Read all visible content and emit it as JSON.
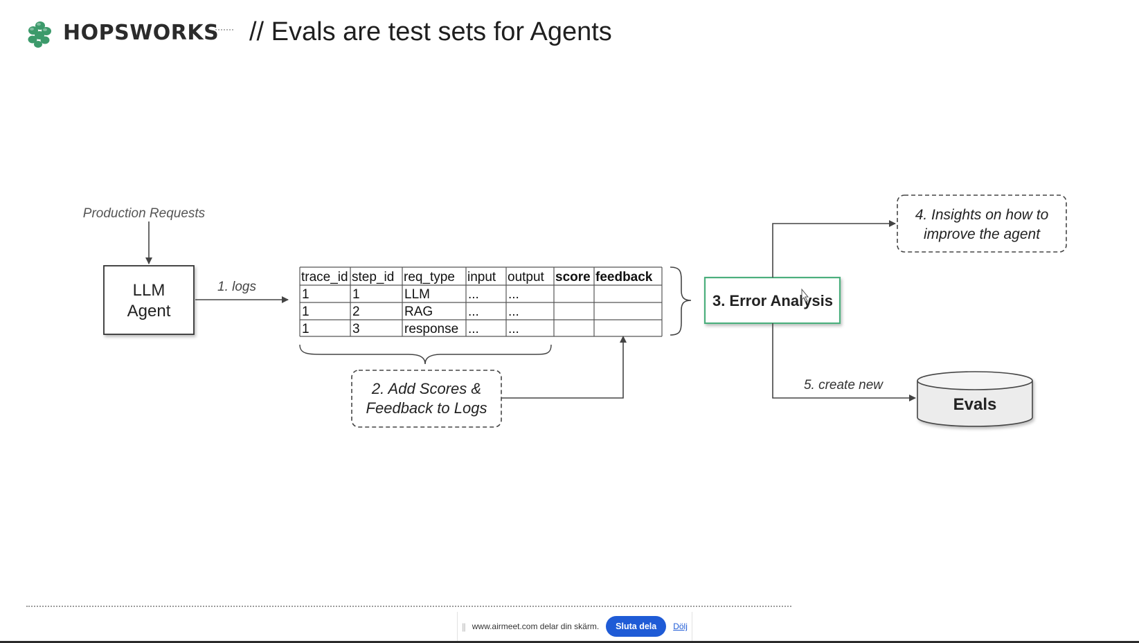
{
  "header": {
    "brand": "HOPSWORKS",
    "title": "// Evals are test sets for Agents"
  },
  "colors": {
    "brand_green": "#3c9a6b",
    "error_box_border": "#4caf7d"
  },
  "diagram": {
    "production_requests": "Production Requests",
    "agent_line1": "LLM",
    "agent_line2": "Agent",
    "logs_label": "1. logs",
    "table": {
      "columns": [
        "trace_id",
        "step_id",
        "req_type",
        "input",
        "output",
        "score",
        "feedback"
      ],
      "rows": [
        [
          "1",
          "1",
          "LLM",
          "...",
          "...",
          "",
          ""
        ],
        [
          "1",
          "2",
          "RAG",
          "...",
          "...",
          "",
          ""
        ],
        [
          "1",
          "3",
          "response",
          "...",
          "...",
          "",
          ""
        ]
      ]
    },
    "add_scores_line1": "2. Add Scores &",
    "add_scores_line2": "Feedback to Logs",
    "error_analysis": "3. Error Analysis",
    "insights_line1": "4. Insights on how to",
    "insights_line2": "improve the agent",
    "create_new": "5. create new",
    "evals": "Evals"
  },
  "share_bar": {
    "handle_icon": "drag-handle-icon",
    "text": "www.airmeet.com delar din skärm.",
    "stop_button": "Sluta dela",
    "hide_link": "Dölj"
  }
}
